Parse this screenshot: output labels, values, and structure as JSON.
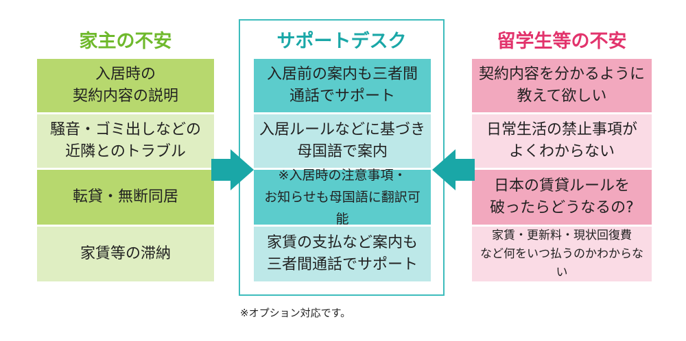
{
  "colors": {
    "landlord_heading": "#6fb92c",
    "landlord_dark": "#b7d86e",
    "landlord_light": "#dfeec2",
    "support_heading": "#1aa7a7",
    "support_dark": "#5ccccc",
    "support_light": "#bde8e8",
    "support_border": "#3cbcbc",
    "student_heading": "#e2336c",
    "student_dark": "#f2a8be",
    "student_light": "#fadbe5",
    "arrow": "#1aa7a7"
  },
  "landlord": {
    "heading": "家主の不安",
    "items": [
      "入居時の\n契約内容の説明",
      "騒音・ゴミ出しなどの\n近隣とのトラブル",
      "転貸・無断同居",
      "家賃等の滞納"
    ]
  },
  "support": {
    "heading": "サポートデスク",
    "items": [
      "入居前の案内も三者間\n通話でサポート",
      "入居ルールなどに基づき\n母国語で案内",
      "※入居時の注意事項・\nお知らせも母国語に翻訳可能",
      "家賃の支払など案内も\n三者間通話でサポート"
    ]
  },
  "student": {
    "heading": "留学生等の不安",
    "items": [
      "契約内容を分かるように\n教えて欲しい",
      "日常生活の禁止事項が\nよくわからない",
      "日本の賃貸ルールを\n破ったらどうなるの?",
      "家賃・更新料・現状回復費\nなど何をいつ払うのかわからない"
    ]
  },
  "footnote": "※オプション対応です。"
}
